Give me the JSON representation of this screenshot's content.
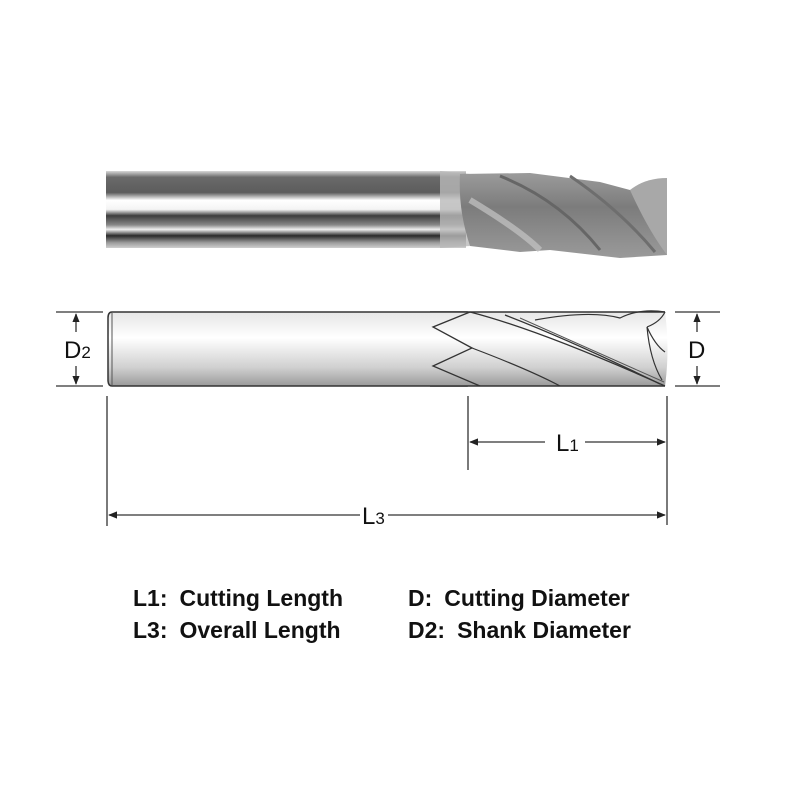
{
  "diagram": {
    "subject": "2-flute carbide end mill",
    "colors": {
      "line": "#333333",
      "text": "#111111",
      "shank_light": "#f2f2f2",
      "shank_dark": "#5a5a5a",
      "flute_gray": "#8c8c8c",
      "background": "#ffffff"
    },
    "dimensions": {
      "D2": {
        "main": "D",
        "sub": "2"
      },
      "D": {
        "main": "D",
        "sub": ""
      },
      "L1": {
        "main": "L",
        "sub": "1"
      },
      "L3": {
        "main": "L",
        "sub": "3"
      }
    }
  },
  "legend": {
    "rows": [
      {
        "left": {
          "key": "L1:",
          "label": "Cutting Length"
        },
        "right": {
          "key": "D:",
          "label": "Cutting Diameter"
        }
      },
      {
        "left": {
          "key": "L3:",
          "label": "Overall Length"
        },
        "right": {
          "key": "D2:",
          "label": "Shank Diameter"
        }
      }
    ]
  }
}
